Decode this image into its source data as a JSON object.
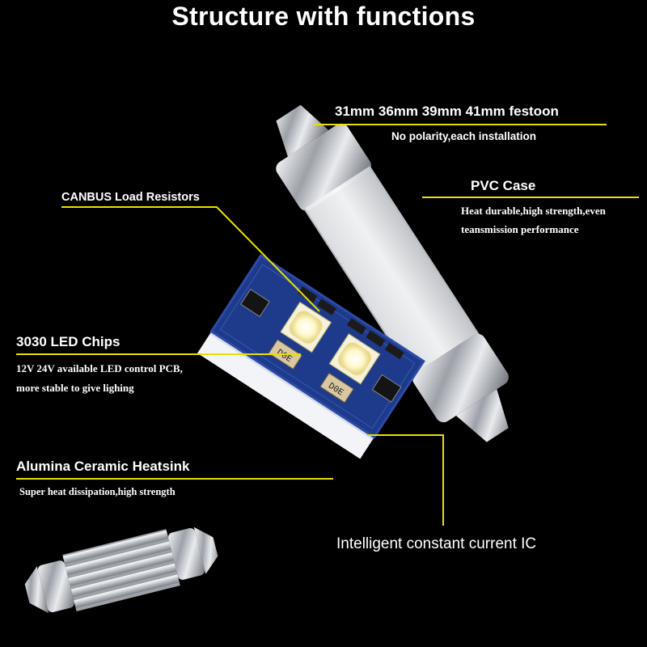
{
  "title": "Structure with functions",
  "callouts": {
    "festoon": {
      "heading": "31mm 36mm 39mm 41mm festoon",
      "desc": "No polarity,each installation"
    },
    "pvc_case": {
      "heading": "PVC Case",
      "desc_line1": "Heat durable,high strength,even",
      "desc_line2": "teansmission performance"
    },
    "canbus": {
      "heading": "CANBUS Load Resistors"
    },
    "led_chips": {
      "heading": "3030 LED Chips",
      "desc_line1": "12V 24V available LED control PCB,",
      "desc_line2": "more stable to give lighing"
    },
    "heatsink": {
      "heading": "Alumina Ceramic Heatsink",
      "desc": "Super heat dissipation,high strength"
    },
    "ic": {
      "heading": "Intelligent constant current IC"
    }
  },
  "component_marking": "D0E",
  "colors": {
    "background": "#000000",
    "leader_line": "#e8e000",
    "pcb": "#1e3a8a",
    "chrome": "#c9ccd1"
  }
}
